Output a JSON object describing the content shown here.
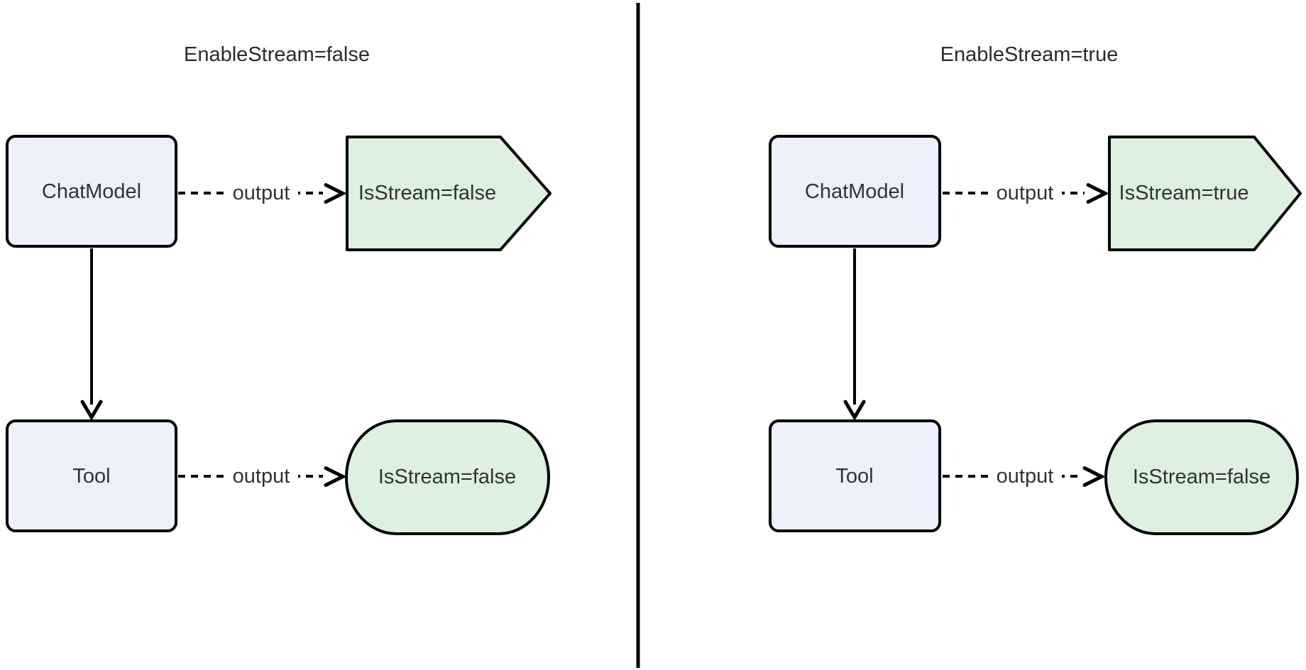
{
  "colors": {
    "background": "#ffffff",
    "node_fill": "#EDF1FB",
    "result_fill": "#DEF0E0",
    "stroke": "#000000",
    "text": "#333333"
  },
  "panels": [
    {
      "title": "EnableStream=false",
      "chat_model_label": "ChatModel",
      "tool_label": "Tool",
      "chat_output_edge_label": "output",
      "tool_output_edge_label": "output",
      "chat_result": "IsStream=false",
      "tool_result": "IsStream=false"
    },
    {
      "title": "EnableStream=true",
      "chat_model_label": "ChatModel",
      "tool_label": "Tool",
      "chat_output_edge_label": "output",
      "tool_output_edge_label": "output",
      "chat_result": "IsStream=true",
      "tool_result": "IsStream=false"
    }
  ]
}
